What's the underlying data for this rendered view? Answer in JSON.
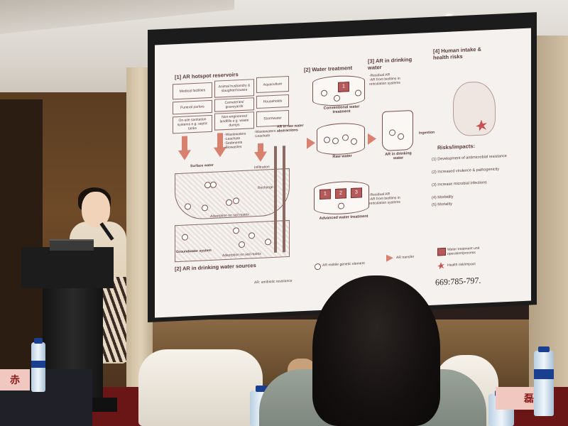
{
  "slide": {
    "panel1_title": "[1] AR hotspot reservoirs",
    "panel2_title": "[2] Water treatment",
    "panel3_title": "[3] AR in drinking water",
    "panel4_title": "[4] Human intake & health risks",
    "panel_sources_title": "[2] AR in drinking water sources",
    "hotspots": [
      "Medical facilities",
      "Animal husbandry & slaughterhouses",
      "Aquaculture",
      "Funeral parlors",
      "Cemeteries/ graveyards",
      "Households",
      "On-site sanitation systems e.g. septic tanks",
      "Non-engineered landfills e.g. waste dumps",
      "Stormwater"
    ],
    "left_flow_list": "-Wastewaters\n-Leachate\n-Sediments\n-Biowastes",
    "mid_flow_list": "-Wastewaters\n-Leachate",
    "ar_abstractions": "AR in raw water abstractions",
    "surface_water": "Surface water",
    "infiltration": "Infiltration",
    "recharge": "Recharge",
    "adsorption_top": "Adsorption on soil matrix",
    "adsorption_bottom": "Adsorption on soil matrix",
    "groundwater": "Groundwater system",
    "conventional_label": "Conventional water treatment",
    "raw_water_label": "Raw water",
    "advanced_label": "Advanced water treatment",
    "ar_in_drinking": "AR in drinking water",
    "ingestion": "Ingestion",
    "residual_top": "-Residual AR\n-AR from biofilms in reticulation systems",
    "residual_bottom": "-Residual AR\n-AR from biofilms in reticulation systems",
    "risks_title": "Risks/impacts:",
    "risks": [
      "(1)  Development of antimicrobial resistance",
      "(2)  Increased virulence & pathogenicity",
      "(3)  Increase microbial infections",
      "(4)  Morbidity",
      "(5)  Mortality"
    ],
    "legend_ar": "AR: antibiotic resistance",
    "legend_mobile": "AR mobile genetic element",
    "legend_transfer": "AR transfer",
    "legend_unit": "Water treatment unit operation/process",
    "legend_health": "Health risk/impact",
    "process_numbers": [
      "1",
      "1",
      "2",
      "3"
    ],
    "citation": "669:785-797."
  },
  "nameplates": {
    "left": "赤",
    "right": "磊"
  },
  "colors": {
    "slide_bg": "#f4f1ef",
    "arrow": "#d9816f",
    "process_box": "#b45a5a",
    "text": "#5a3a33",
    "carpet": "#6b1616"
  }
}
